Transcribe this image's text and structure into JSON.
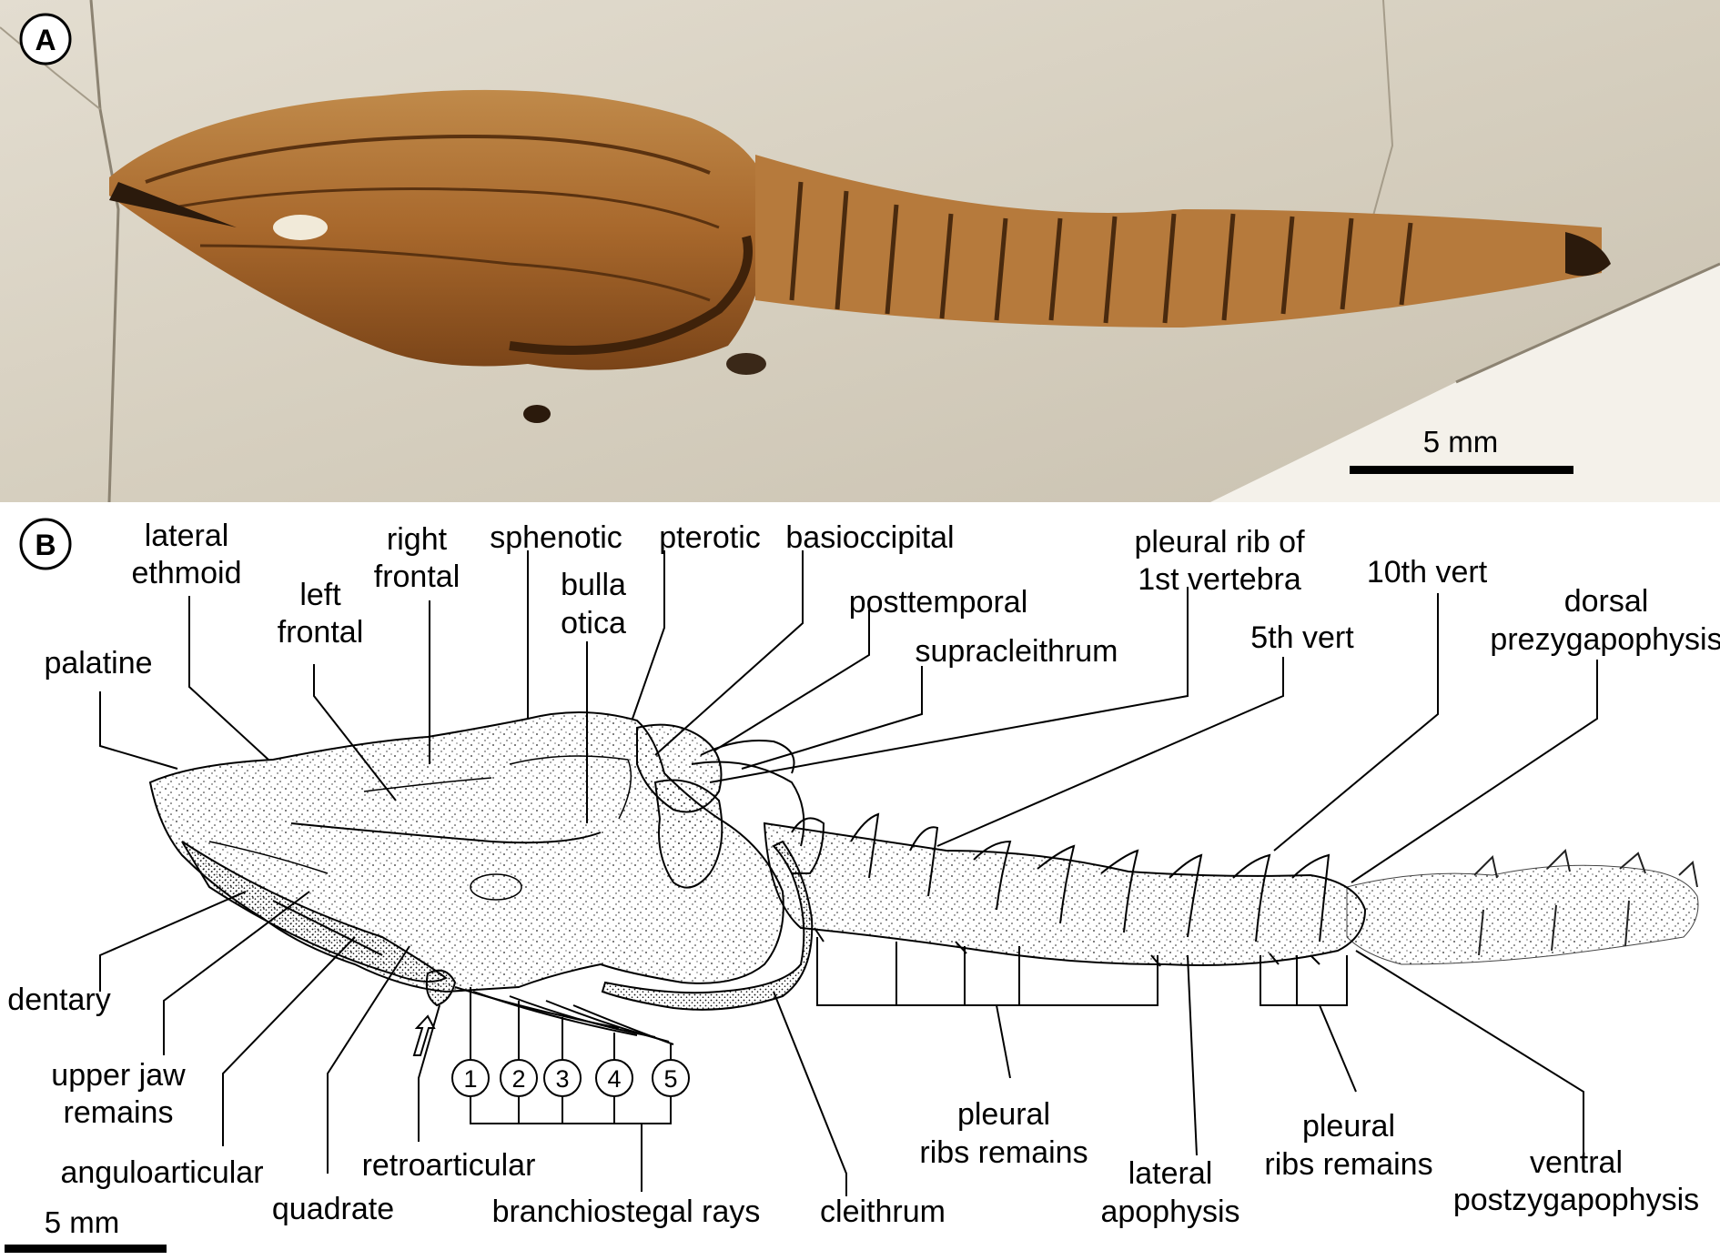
{
  "panels": {
    "a": {
      "letter": "A"
    },
    "b": {
      "letter": "B"
    }
  },
  "scale_bars": {
    "a": "5 mm",
    "b": "5 mm"
  },
  "labels": {
    "lateral_ethmoid_1": "lateral",
    "lateral_ethmoid_2": "ethmoid",
    "right_frontal_1": "right",
    "right_frontal_2": "frontal",
    "left_frontal_1": "left",
    "left_frontal_2": "frontal",
    "sphenotic": "sphenotic",
    "bulla_otica_1": "bulla",
    "bulla_otica_2": "otica",
    "pterotic": "pterotic",
    "basioccipital": "basioccipital",
    "posttemporal": "posttemporal",
    "supracleithrum": "supracleithrum",
    "pleural_rib_1st_1": "pleural rib of",
    "pleural_rib_1st_2": "1st vertebra",
    "vert_10": "10th vert",
    "vert_5": "5th vert",
    "dorsal_prezyg_1": "dorsal",
    "dorsal_prezyg_2": "prezygapophysis",
    "palatine": "palatine",
    "dentary": "dentary",
    "upper_jaw_1": "upper jaw",
    "upper_jaw_2": "remains",
    "anguloarticular": "anguloarticular",
    "retroarticular": "retroarticular",
    "quadrate": "quadrate",
    "branchiostegal": "branchiostegal rays",
    "cleithrum": "cleithrum",
    "pleural_ribs_a_1": "pleural",
    "pleural_ribs_a_2": "ribs remains",
    "pleural_ribs_b_1": "pleural",
    "pleural_ribs_b_2": "ribs remains",
    "lateral_apophysis_1": "lateral",
    "lateral_apophysis_2": "apophysis",
    "ventral_postzyg_1": "ventral",
    "ventral_postzyg_2": "postzygapophysis"
  },
  "branchiostegal_numbers": [
    "1",
    "2",
    "3",
    "4",
    "5"
  ],
  "colors": {
    "matrix": "#d9d2c3",
    "bone": "#a86a2c",
    "bone_dark": "#6e3f16",
    "line": "#000000"
  }
}
